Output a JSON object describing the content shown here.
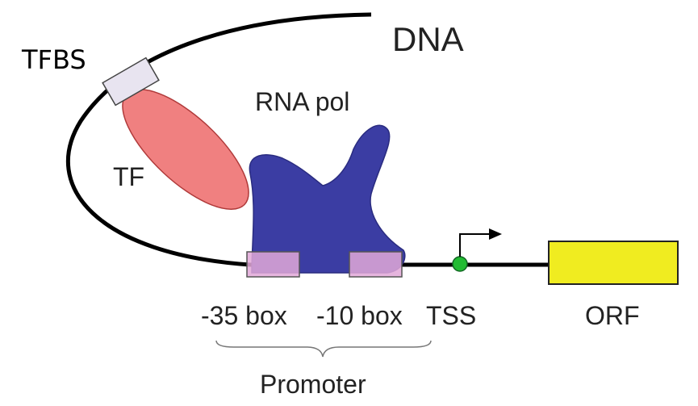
{
  "labels": {
    "dna": "DNA",
    "tfbs": "TFBS",
    "rna_pol": "RNA pol",
    "tf": "TF",
    "box35": "-35 box",
    "box10": "-10 box",
    "tss": "TSS",
    "orf": "ORF",
    "promoter": "Promoter"
  },
  "colors": {
    "dna_strand": "#000000",
    "tf_body": "#f08080",
    "tfbs_box": "#e8e4f0",
    "rna_pol": "#3b3da3",
    "promoter_box": "#e2a8d8",
    "tss_dot": "#22bb33",
    "orf_box": "#f0ec20"
  }
}
